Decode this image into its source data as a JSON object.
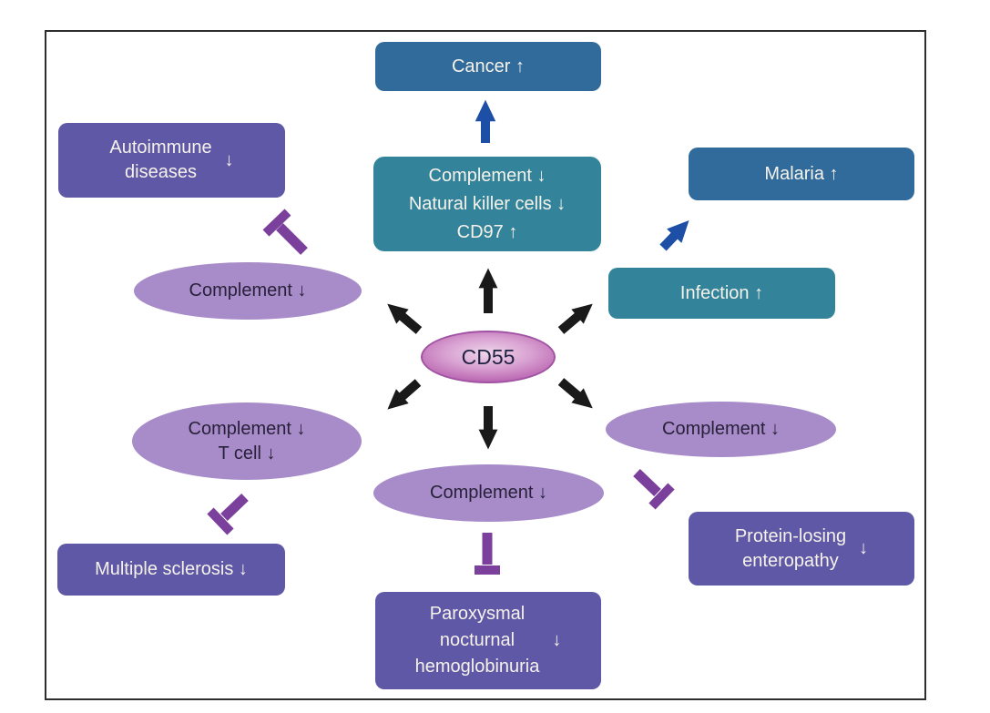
{
  "figure": {
    "center": {
      "label": "CD55"
    },
    "nodes": {
      "cancer": {
        "label": "Cancer ↑"
      },
      "mediators_top": {
        "text": "Complement ↓\nNatural killer cells ↓\nCD97 ↑"
      },
      "malaria": {
        "label": "Malaria ↑"
      },
      "infection": {
        "label": "Infection ↑"
      },
      "autoimmune": {
        "text": "Autoimmune\ndiseases",
        "arrow": "↓"
      },
      "complement_left": {
        "label": "Complement ↓"
      },
      "complement_tcell": {
        "text": "Complement ↓\nT cell ↓"
      },
      "multiple_sclerosis": {
        "label": "Multiple sclerosis ↓"
      },
      "complement_bottom": {
        "label": "Complement ↓"
      },
      "pnh": {
        "text": "Paroxysmal\nnocturnal\nhemoglobinuria",
        "arrow": "↓"
      },
      "complement_right": {
        "label": "Complement ↓"
      },
      "ple": {
        "text": "Protein-losing\nenteropathy",
        "arrow": "↓"
      }
    },
    "colors": {
      "outcome_blue": "#316B9B",
      "mediator_teal": "#33839B",
      "disease_purple": "#5E58A6",
      "ellipse_purple": "#A78CC9",
      "inhibitor_purple": "#7B3F9C",
      "promote_arrow_blue": "#1C4FA5",
      "effect_arrow_black": "#1A1A1A",
      "cd55_pink_center": "#EDD6EA",
      "cd55_pink_edge": "#BB67B2",
      "box_text": "#F6F2EA",
      "ellipse_text": "#29213A",
      "cd55_text": "#1E2240",
      "frame_border": "#2E2E2E"
    }
  }
}
